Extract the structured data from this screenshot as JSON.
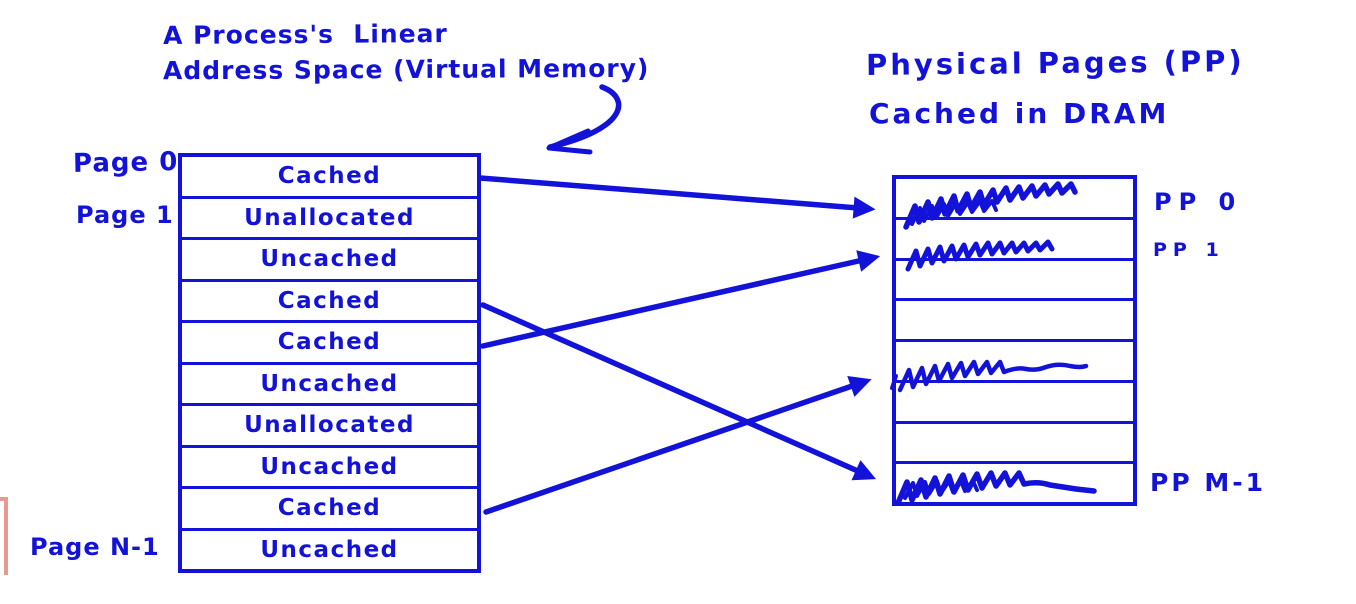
{
  "colors": {
    "ink": "#1212d8",
    "highlight": "#e89a8e"
  },
  "left_title": {
    "line1": "A Process's  Linear",
    "line2": "Address Space (Virtual Memory)"
  },
  "right_title": {
    "line1": "Physical Pages (PP)",
    "line2": "Cached in DRAM"
  },
  "left_table": {
    "rows": [
      "Cached",
      "Unallocated",
      "Uncached",
      "Cached",
      "Cached",
      "Uncached",
      "Unallocated",
      "Uncached",
      "Cached",
      "Uncached"
    ],
    "page_labels": {
      "first": "Page 0",
      "second": "Page 1",
      "last": "Page N-1"
    }
  },
  "right_table": {
    "rows": [
      {
        "filled": true,
        "label": "PP 0"
      },
      {
        "filled": true,
        "label": "PP 1"
      },
      {
        "filled": false,
        "label": ""
      },
      {
        "filled": false,
        "label": ""
      },
      {
        "filled": true,
        "label": ""
      },
      {
        "filled": false,
        "label": ""
      },
      {
        "filled": false,
        "label": ""
      },
      {
        "filled": true,
        "label": "PP M-1"
      }
    ],
    "pp_labels": {
      "first": "PP 0",
      "second": "PP 1",
      "last": "PP M-1"
    }
  },
  "mappings": [
    {
      "from": "virtual page 0 (Cached)",
      "to": "PP 0"
    },
    {
      "from": "virtual page 4 (Cached)",
      "to": "PP 1"
    },
    {
      "from": "virtual page 3 (Cached)",
      "to": "PP M-1"
    },
    {
      "from": "virtual page 8 (Cached)",
      "to": "PP row 5 (cached)"
    }
  ]
}
